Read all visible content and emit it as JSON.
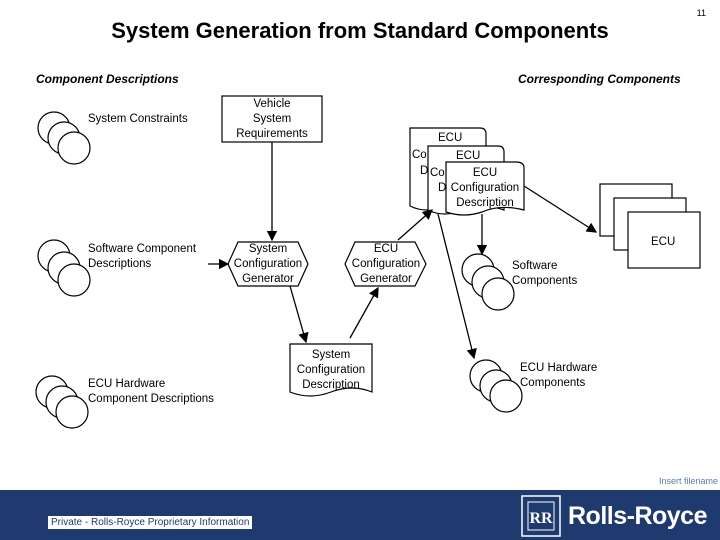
{
  "page_number": "11",
  "title": "System Generation from Standard Components",
  "left_header": "Component Descriptions",
  "right_header": "Corresponding Components",
  "labels": {
    "system_constraints": "System Constraints",
    "vehicle_req_1": "Vehicle",
    "vehicle_req_2": "System",
    "vehicle_req_3": "Requirements",
    "sw_desc_1": "Software Component",
    "sw_desc_2": "Descriptions",
    "hw_desc_1": "ECU Hardware",
    "hw_desc_2": "Component Descriptions",
    "sys_gen_1": "System",
    "sys_gen_2": "Configuration",
    "sys_gen_3": "Generator",
    "ecu_gen_1": "ECU",
    "ecu_gen_2": "Configuration",
    "ecu_gen_3": "Generator",
    "sys_cfg_1": "System",
    "sys_cfg_2": "Configuration",
    "sys_cfg_3": "Description",
    "ecu_cfg_a1": "ECU",
    "ecu_cfg_a2": "Co",
    "ecu_cfg_a3": "D",
    "ecu_cfg_b1": "ECU",
    "ecu_cfg_b2": "Co",
    "ecu_cfg_b3": "D",
    "ecu_cfg_c1": "ECU",
    "ecu_cfg_c2": "Configuration",
    "ecu_cfg_c3": "Description",
    "ecu_box": "ECU",
    "sw_comp_1": "Software",
    "sw_comp_2": "Components",
    "hw_comp_1": "ECU Hardware",
    "hw_comp_2": "Components"
  },
  "footer": {
    "private": "Private - Rolls-Royce Proprietary Information",
    "insert_filename": "Insert filename",
    "logo_text": "Rolls-Royce"
  },
  "colors": {
    "footer_bg": "#1f3a6e"
  }
}
